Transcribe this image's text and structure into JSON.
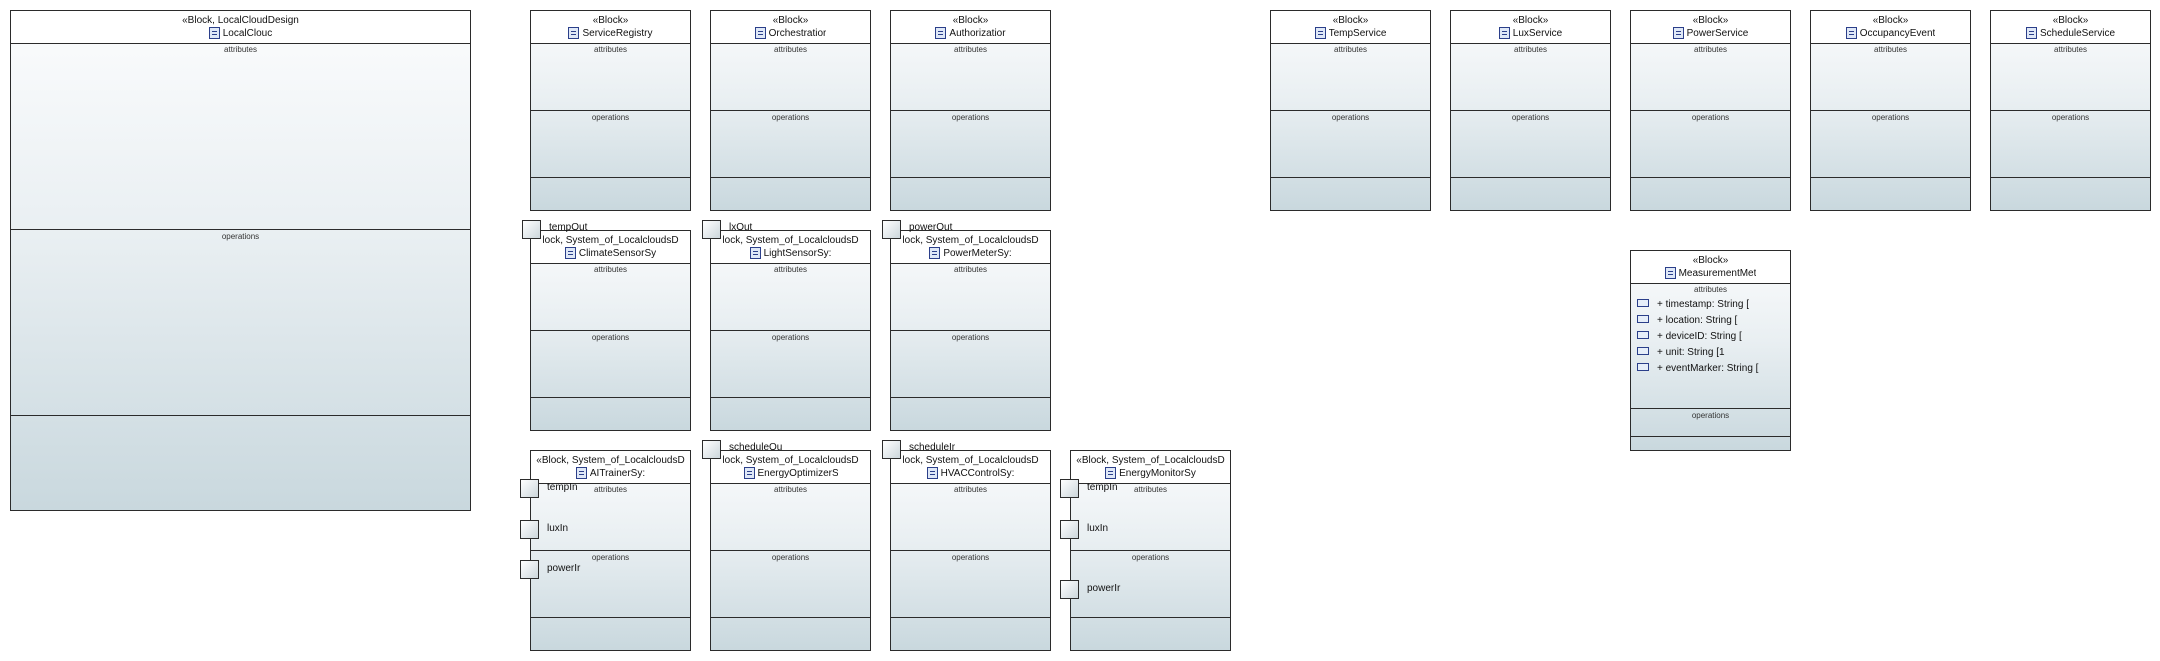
{
  "sections": {
    "attributes": "attributes",
    "operations": "operations"
  },
  "blocks": {
    "localcloud": {
      "stereotype": "«Block, LocalCloudDesign",
      "name": "LocalClouc"
    },
    "serviceregistry": {
      "stereotype": "«Block»",
      "name": "ServiceRegistry"
    },
    "orchestration": {
      "stereotype": "«Block»",
      "name": "Orchestratior"
    },
    "authorization": {
      "stereotype": "«Block»",
      "name": "Authorizatior"
    },
    "tempservice": {
      "stereotype": "«Block»",
      "name": "TempService"
    },
    "luxservice": {
      "stereotype": "«Block»",
      "name": "LuxService"
    },
    "powerservice": {
      "stereotype": "«Block»",
      "name": "PowerService"
    },
    "occupancyevent": {
      "stereotype": "«Block»",
      "name": "OccupancyEvent"
    },
    "scheduleservice": {
      "stereotype": "«Block»",
      "name": "ScheduleService"
    },
    "climatesensor": {
      "stereotype": "lock, System_of_LocalcloudsD",
      "name": "ClimateSensorSy"
    },
    "lightsensor": {
      "stereotype": "lock, System_of_LocalcloudsD",
      "name": "LightSensorSy:"
    },
    "powermeter": {
      "stereotype": "lock, System_of_LocalcloudsD",
      "name": "PowerMeterSy:"
    },
    "measurement": {
      "stereotype": "«Block»",
      "name": "MeasurementMet",
      "attributes": [
        "+ timestamp: String [",
        "+ location: String [",
        "+ deviceID: String [",
        "+ unit: String [1",
        "+ eventMarker: String ["
      ]
    },
    "aitrainer": {
      "stereotype": "«Block, System_of_LocalcloudsD",
      "name": "AITrainerSy:"
    },
    "energyoptimizer": {
      "stereotype": "lock, System_of_LocalcloudsD",
      "name": "EnergyOptimizerSy"
    },
    "hvaccontrol": {
      "stereotype": "lock, System_of_LocalcloudsD",
      "name": "HVACControlSy:"
    },
    "energymonitor": {
      "stereotype": "«Block, System_of_LocalcloudsD",
      "name": "EnergyMonitorSy"
    }
  },
  "ports": {
    "tempOut": "tempOut",
    "lxOut": "lxOut",
    "powerOut": "powerOut",
    "scheduleOut": "scheduleOu",
    "scheduleIn": "scheduleIr",
    "ai_tempIn": "tempIn",
    "ai_luxIn": "luxIn",
    "ai_powerIn": "powerIr",
    "em_tempIn": "tempIn",
    "em_luxIn": "luxIn",
    "em_powerIn": "powerIr"
  }
}
